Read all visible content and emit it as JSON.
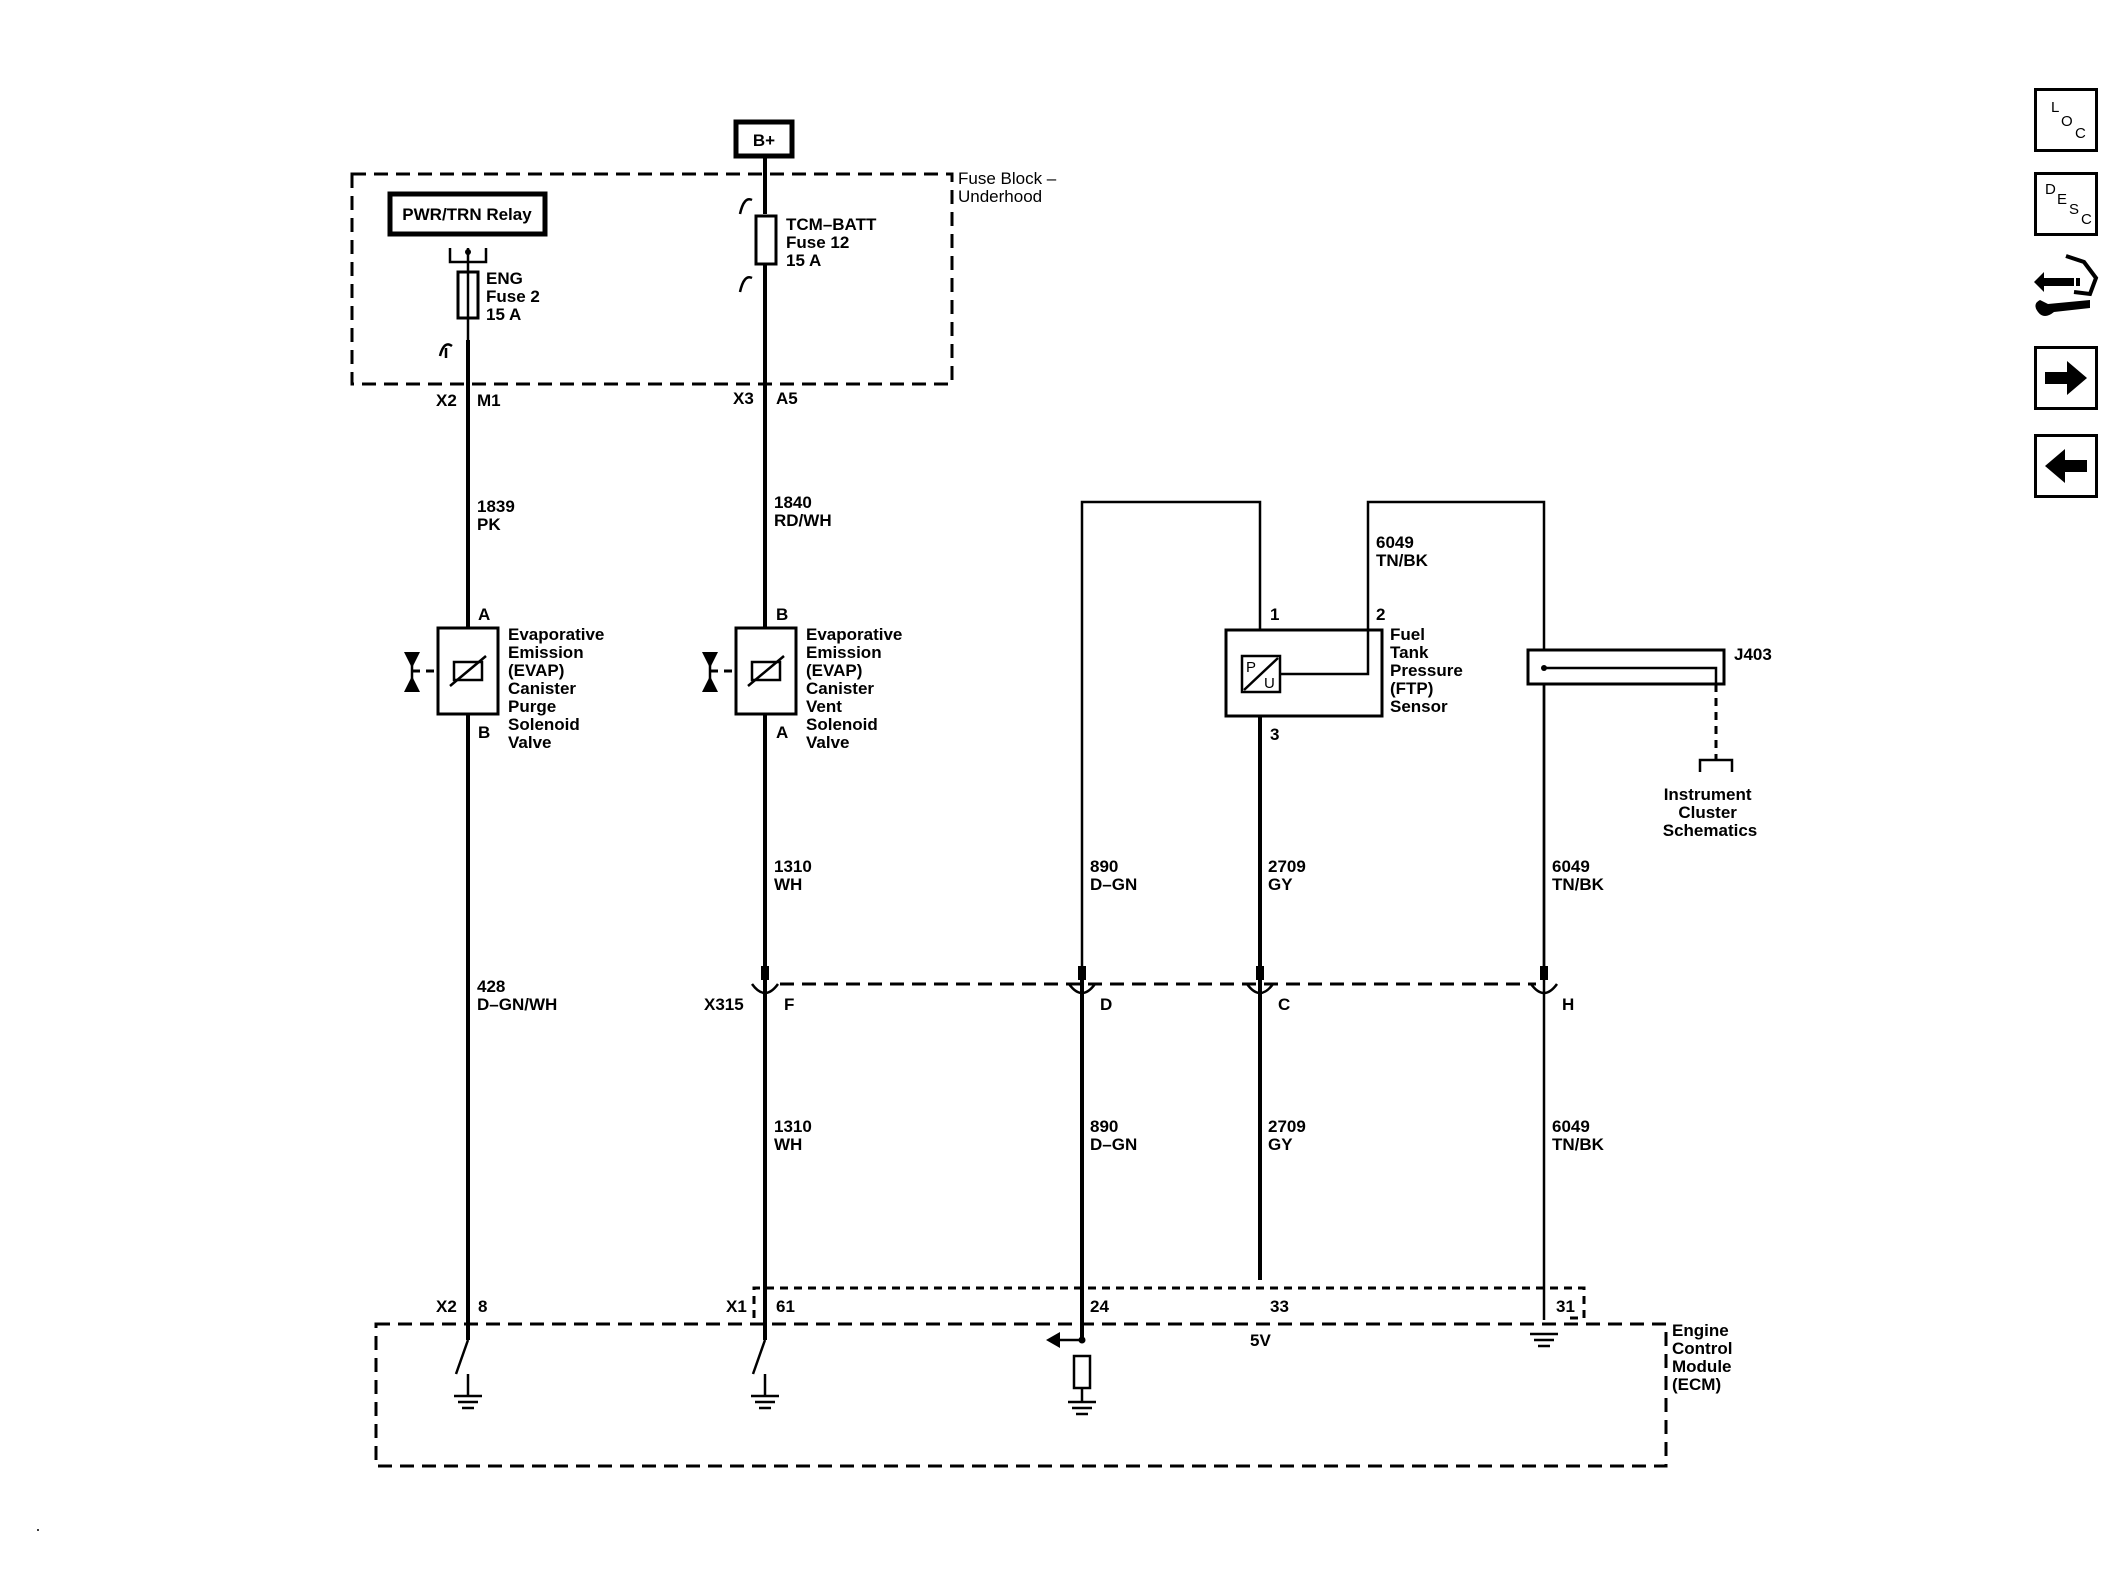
{
  "power": {
    "source": "B+"
  },
  "fuse_block": {
    "label": [
      "Fuse Block –",
      "Underhood"
    ],
    "relay": "PWR/TRN Relay",
    "fuse_eng": [
      "ENG",
      "Fuse 2",
      "15 A"
    ],
    "fuse_tcm": [
      "TCM–BATT",
      "Fuse 12",
      "15 A"
    ]
  },
  "connectors": {
    "x2_top": "X2",
    "m1": "M1",
    "x3": "X3",
    "a5": "A5",
    "x315": "X315",
    "pin_f": "F",
    "pin_d": "D",
    "pin_c": "C",
    "pin_h": "H",
    "x2_bottom": "X2",
    "pin_8": "8",
    "x1": "X1",
    "pin_61": "61",
    "pin_24": "24",
    "pin_33": "33",
    "pin_31": "31",
    "five_v": "5V",
    "j403": "J403"
  },
  "wires": {
    "w1839": [
      "1839",
      "PK"
    ],
    "w1840": [
      "1840",
      "RD/WH"
    ],
    "w6049_top": [
      "6049",
      "TN/BK"
    ],
    "w428": [
      "428",
      "D–GN/WH"
    ],
    "w1310_top": [
      "1310",
      "WH"
    ],
    "w890_top": [
      "890",
      "D–GN"
    ],
    "w2709_top": [
      "2709",
      "GY"
    ],
    "w6049_mid": [
      "6049",
      "TN/BK"
    ],
    "w1310_bot": [
      "1310",
      "WH"
    ],
    "w890_bot": [
      "890",
      "D–GN"
    ],
    "w2709_bot": [
      "2709",
      "GY"
    ],
    "w6049_bot": [
      "6049",
      "TN/BK"
    ]
  },
  "components": {
    "purge_valve": {
      "pin_top": "A",
      "pin_bottom": "B",
      "label": [
        "Evaporative",
        "Emission",
        "(EVAP)",
        "Canister",
        "Purge",
        "Solenoid",
        "Valve"
      ]
    },
    "vent_valve": {
      "pin_top": "B",
      "pin_bottom": "A",
      "label": [
        "Evaporative",
        "Emission",
        "(EVAP)",
        "Canister",
        "Vent",
        "Solenoid",
        "Valve"
      ]
    },
    "ftp_sensor": {
      "pin1": "1",
      "pin2": "2",
      "pin3": "3",
      "glyph_p": "P",
      "glyph_u": "U",
      "label": [
        "Fuel",
        "Tank",
        "Pressure",
        "(FTP)",
        "Sensor"
      ]
    },
    "instrument_cluster": [
      "Instrument",
      "Cluster",
      "Schematics"
    ],
    "ecm": [
      "Engine",
      "Control",
      "Module",
      "(ECM)"
    ]
  },
  "nav": {
    "loc": [
      "L",
      "O",
      "C"
    ],
    "desc": [
      "D",
      "E",
      "S",
      "C"
    ]
  }
}
